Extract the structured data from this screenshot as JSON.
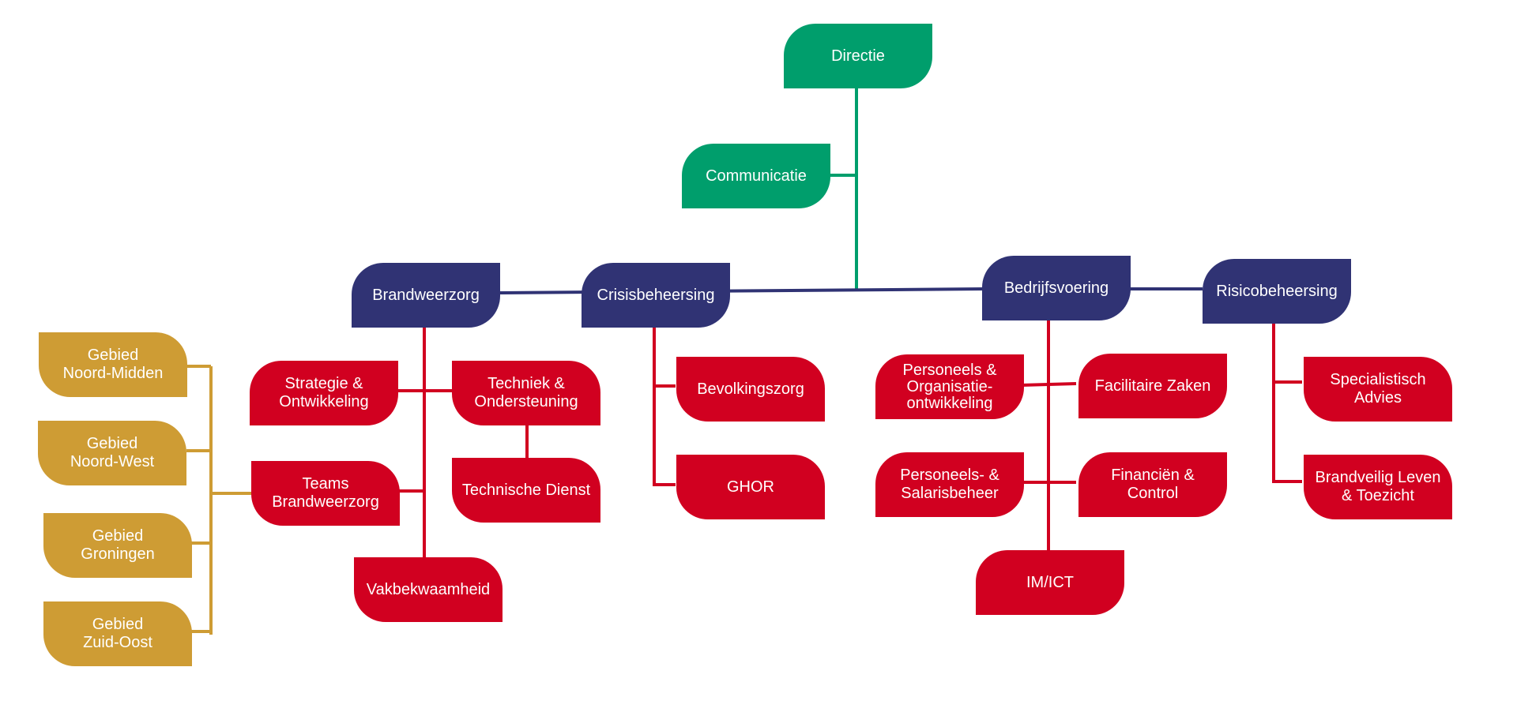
{
  "colors": {
    "management": "#009E6C",
    "division": "#303374",
    "department": "#D10020",
    "area": "#CE9C34"
  },
  "nodes": {
    "directie": "Directie",
    "communicatie": "Communicatie",
    "brandweerzorg": "Brandweerzorg",
    "crisisbeheersing": "Crisisbeheersing",
    "bedrijfsvoering": "Bedrijfsvoering",
    "risicobeheersing": "Risicobeheersing",
    "strategie": "Strategie &\nOntwikkeling",
    "techniek": "Techniek &\nOndersteuning",
    "teams": "Teams\nBrandweerzorg",
    "technische_dienst": "Technische Dienst",
    "vakbekwaamheid": "Vakbekwaamheid",
    "bevolkingszorg": "Bevolkingszorg",
    "ghor": "GHOR",
    "personeels_organisatie": "Personeels &\nOrganisatie-\nontwikkeling",
    "facilitaire": "Facilitaire Zaken",
    "personeels_salaris": "Personeels- &\nSalarisbeheer",
    "financien": "Financiën &\nControl",
    "imict": "IM/ICT",
    "specialistisch": "Specialistisch\nAdvies",
    "brandveilig": "Brandveilig Leven\n& Toezicht",
    "gebied_noord_midden": "Gebied\nNoord-Midden",
    "gebied_noord_west": "Gebied\nNoord-West",
    "gebied_groningen": "Gebied\nGroningen",
    "gebied_zuid_oost": "Gebied\nZuid-Oost"
  }
}
